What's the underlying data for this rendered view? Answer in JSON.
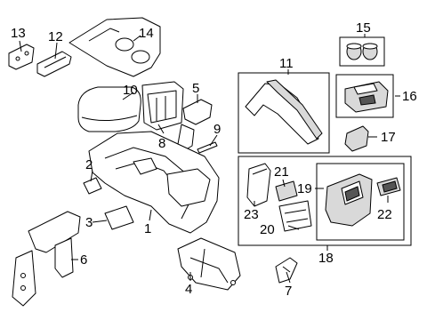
{
  "callouts": {
    "c1": "1",
    "c2": "2",
    "c3": "3",
    "c4": "4",
    "c5": "5",
    "c6": "6",
    "c7": "7",
    "c8": "8",
    "c9": "9",
    "c10": "10",
    "c11": "11",
    "c12": "12",
    "c13": "13",
    "c14": "14",
    "c15": "15",
    "c16": "16",
    "c17": "17",
    "c18": "18",
    "c19": "19",
    "c20": "20",
    "c21": "21",
    "c22": "22",
    "c23": "23"
  },
  "colors": {
    "line": "#000000",
    "shade": "#d9d9d9",
    "background": "#ffffff"
  }
}
